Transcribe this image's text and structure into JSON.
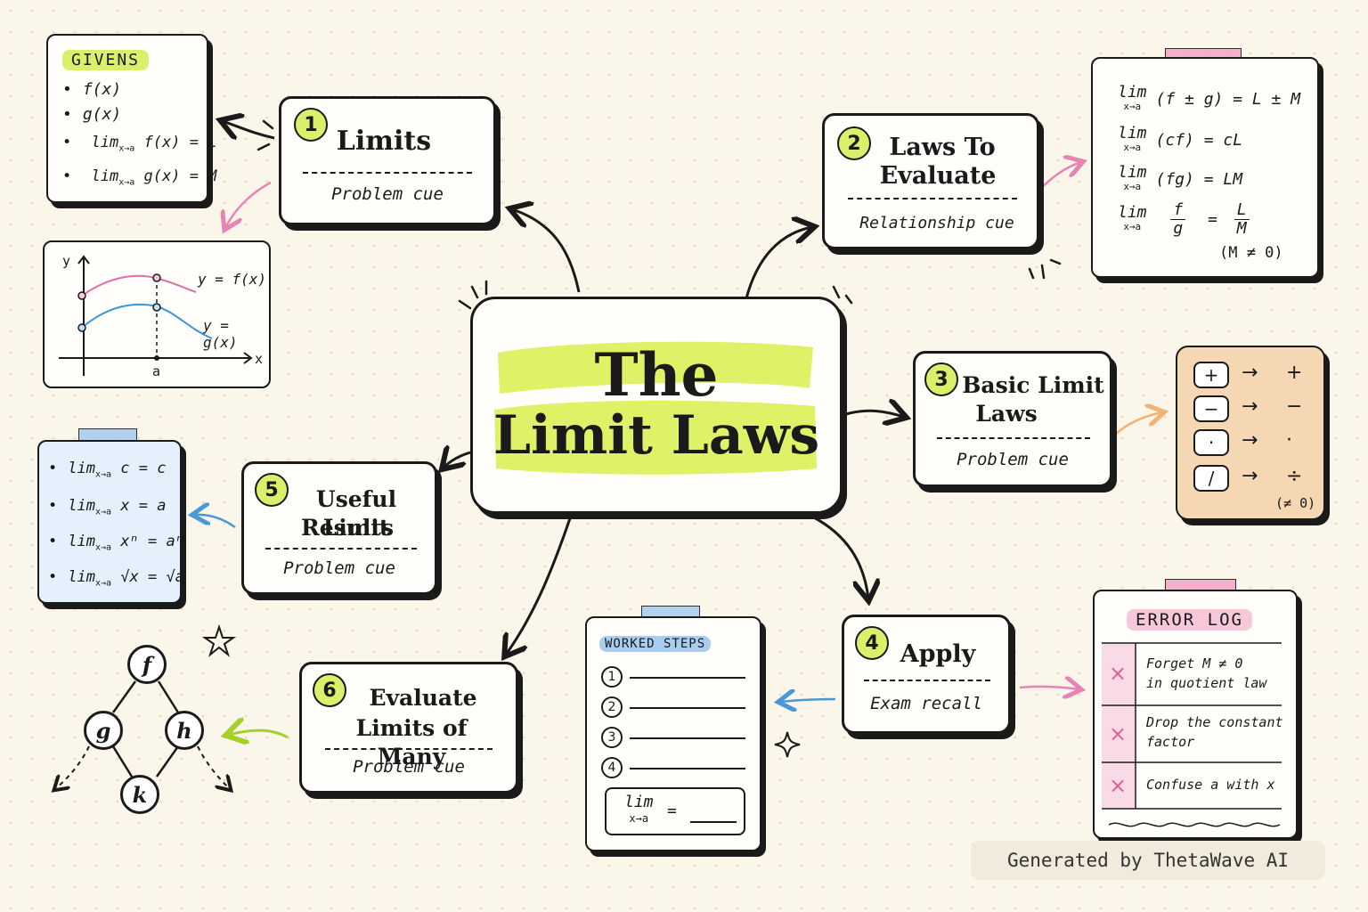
{
  "center": {
    "line1": "The",
    "line2": "Limit Laws"
  },
  "cards": [
    {
      "number": "1",
      "title": "Limits",
      "cue": "Problem cue"
    },
    {
      "number": "2",
      "title_line1": "Laws To",
      "title_line2": "Evaluate",
      "cue": "Relationship cue"
    },
    {
      "number": "3",
      "title_line1": "Basic Limit",
      "title_line2": "Laws",
      "cue": "Problem cue"
    },
    {
      "number": "4",
      "title": "Apply",
      "cue": "Exam recall"
    },
    {
      "number": "5",
      "title_line1": "Useful Limit",
      "title_line2": "Results",
      "cue": "Problem cue"
    },
    {
      "number": "6",
      "title_line1": "Evaluate",
      "title_line2": "Limits of Many",
      "cue": "Problem cue"
    }
  ],
  "givens": {
    "heading": "GIVENS",
    "items": [
      "f(x)",
      "g(x)"
    ],
    "lim_f": {
      "prefix": "lim",
      "sub": "x→a",
      "expr": " f(x) = L"
    },
    "lim_g": {
      "prefix": "lim",
      "sub": "x→a",
      "expr": " g(x) = M"
    }
  },
  "graph": {
    "y_axis": "y",
    "x_axis": "x",
    "a_label": "a",
    "f_label": "y = f(x)",
    "g_label": "y = g(x)"
  },
  "laws": {
    "lim_word": "lim",
    "sub": "x→a",
    "rules": [
      "(f ± g) = L ± M",
      "(cf) = cL",
      "(fg) = LM"
    ],
    "quotient": {
      "num_left": "f",
      "den_left": "g",
      "eq": "=",
      "num_right": "L",
      "den_right": "M",
      "cond": "(M ≠ 0)"
    }
  },
  "ops": {
    "rows": [
      {
        "box": "+",
        "arrow": "→",
        "result": "+"
      },
      {
        "box": "−",
        "arrow": "→",
        "result": "−"
      },
      {
        "box": "·",
        "arrow": "→",
        "result": "·"
      },
      {
        "box": "/",
        "arrow": "→",
        "result": "÷"
      }
    ],
    "note": "(≠ 0)"
  },
  "useful": {
    "items": [
      {
        "lim": "lim",
        "sub": "x→a",
        "expr": " c = c"
      },
      {
        "lim": "lim",
        "sub": "x→a",
        "expr": " x = a"
      },
      {
        "lim": "lim",
        "sub": "x→a",
        "expr": " xⁿ = aⁿ"
      },
      {
        "lim": "lim",
        "sub": "x→a",
        "expr": " √x = √a"
      }
    ]
  },
  "worked": {
    "heading": "WORKED STEPS",
    "steps": [
      "1",
      "2",
      "3",
      "4"
    ],
    "lim": "lim",
    "sub": "x→a",
    "eq": "="
  },
  "errors": {
    "heading": "ERROR LOG",
    "mark": "×",
    "rows": [
      {
        "line1": "Forget M ≠ 0",
        "line2": "in quotient law"
      },
      {
        "line1": "Drop the constant",
        "line2": "factor"
      },
      {
        "line1": "Confuse a with x",
        "line2": ""
      }
    ]
  },
  "tree": {
    "nodes": [
      "f",
      "g",
      "h",
      "k"
    ]
  },
  "footer": "Generated by ThetaWave AI",
  "colors": {
    "lime": "#dcef6a",
    "pink": "#f4a8c8",
    "blue": "#a9cdef",
    "orange": "#f6d7b3",
    "lightblue": "#e4f0fb"
  }
}
